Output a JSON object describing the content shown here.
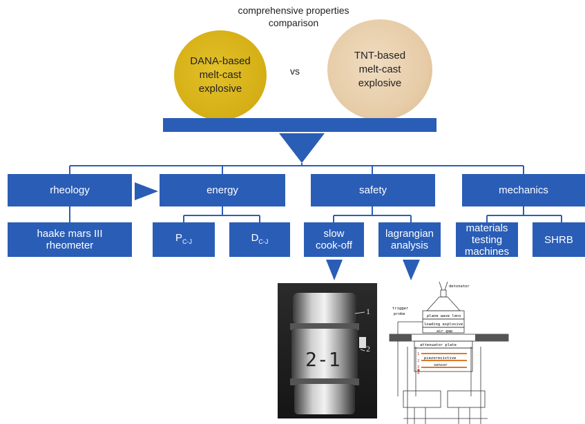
{
  "header": {
    "title": "comprehensive properties comparison",
    "left_sample": "DANA-based\nmelt-cast\nexplosive",
    "right_sample": "TNT-based\nmelt-cast\nexplosive",
    "vs": "vs"
  },
  "categories": {
    "rheology": "rheology",
    "energy": "energy",
    "safety": "safety",
    "mechanics": "mechanics"
  },
  "methods": {
    "rheometer": "haake mars III\nrheometer",
    "pcj_main": "P",
    "pcj_sub": "C-J",
    "dcj_main": "D",
    "dcj_sub": "C-J",
    "cookoff": "slow\ncook-off",
    "lagrangian": "lagrangian\nanalysis",
    "materials": "materials\ntesting\nmachines",
    "shrb": "SHRB"
  },
  "photo_labels": {
    "label1": "1",
    "label2": "2"
  },
  "apparatus_labels": {
    "detonator": "detonator",
    "trigger": "trigger",
    "probe": "probe",
    "plane_wave_lens": "plane wave lens",
    "loading_explosive": "loading explosive",
    "air_gap": "air gap",
    "attenuator_plate": "attenuator plate",
    "piezoresistive": "piezoresistive",
    "sensor": "sensor",
    "num1": "1",
    "num2": "2",
    "num3": "3",
    "num4": "4"
  },
  "colors": {
    "box_blue": "#2a5db6",
    "dana_yellow": "#d4ae14",
    "tnt_beige": "#e6cba6"
  }
}
